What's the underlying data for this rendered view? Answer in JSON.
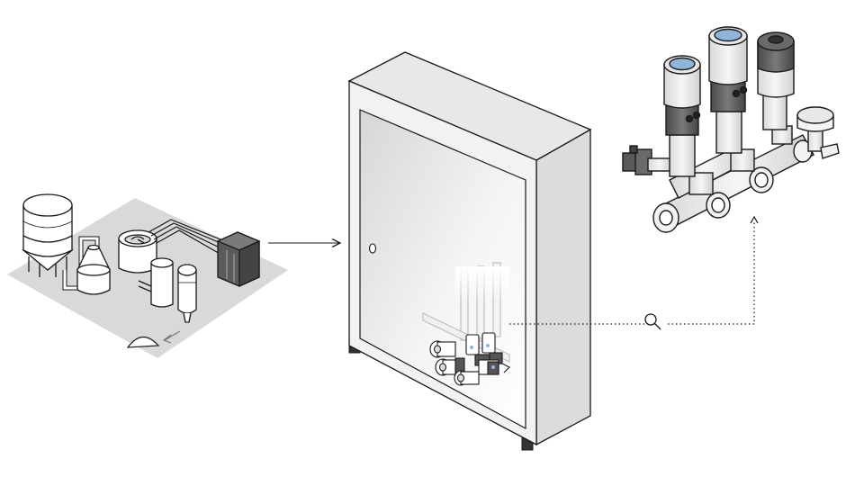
{
  "diagram": {
    "panels": [
      "process-plant",
      "control-cabinet",
      "valve-cluster"
    ],
    "connectors": [
      {
        "from": "process-plant",
        "to": "control-cabinet",
        "style": "solid-arrow"
      },
      {
        "from": "control-cabinet",
        "to": "valve-cluster",
        "style": "dotted-arrow",
        "icon": "magnifier-icon"
      }
    ],
    "colors": {
      "line": "#1a1a1a",
      "floor": "#d9d9d9",
      "cabinet_face": "#eeeeee",
      "cabinet_side": "#dcdcdc",
      "steel": "#e6e6e6",
      "dark_part": "#5a5a5a",
      "accent_blue": "#8fb6d8"
    }
  }
}
